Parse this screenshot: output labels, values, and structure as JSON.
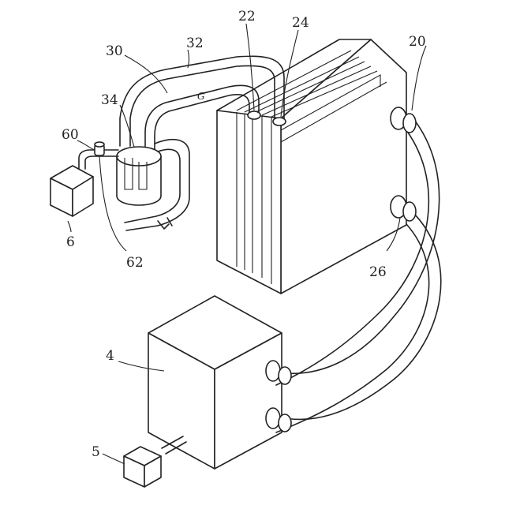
{
  "labels": {
    "l20": "20",
    "l22": "22",
    "l24": "24",
    "l26": "26",
    "l30": "30",
    "l32": "32",
    "l34": "34",
    "l60": "60",
    "l6": "6",
    "l62": "62",
    "l4": "4",
    "l5": "5",
    "lg": "G"
  }
}
